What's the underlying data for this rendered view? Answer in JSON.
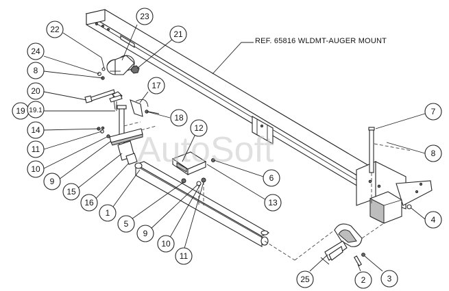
{
  "reference_label": "REF. 65816 WLDMT-AUGER MOUNT",
  "watermark": "AutoSoft",
  "callouts": [
    {
      "id": "c23",
      "label": "23"
    },
    {
      "id": "c22",
      "label": "22"
    },
    {
      "id": "c21",
      "label": "21"
    },
    {
      "id": "c24",
      "label": "24"
    },
    {
      "id": "c8a",
      "label": "8"
    },
    {
      "id": "c20",
      "label": "20"
    },
    {
      "id": "c17",
      "label": "17"
    },
    {
      "id": "c19",
      "label": "19"
    },
    {
      "id": "c191",
      "label": "19.1"
    },
    {
      "id": "c18",
      "label": "18"
    },
    {
      "id": "c14",
      "label": "14"
    },
    {
      "id": "c12",
      "label": "12"
    },
    {
      "id": "c11a",
      "label": "11"
    },
    {
      "id": "c10a",
      "label": "10"
    },
    {
      "id": "c9a",
      "label": "9"
    },
    {
      "id": "c15",
      "label": "15"
    },
    {
      "id": "c16",
      "label": "16"
    },
    {
      "id": "c1",
      "label": "1"
    },
    {
      "id": "c6",
      "label": "6"
    },
    {
      "id": "c13",
      "label": "13"
    },
    {
      "id": "c5",
      "label": "5"
    },
    {
      "id": "c9b",
      "label": "9"
    },
    {
      "id": "c10b",
      "label": "10"
    },
    {
      "id": "c11b",
      "label": "11"
    },
    {
      "id": "c7",
      "label": "7"
    },
    {
      "id": "c8b",
      "label": "8"
    },
    {
      "id": "c4",
      "label": "4"
    },
    {
      "id": "c25",
      "label": "25"
    },
    {
      "id": "c2",
      "label": "2"
    },
    {
      "id": "c3",
      "label": "3"
    }
  ]
}
